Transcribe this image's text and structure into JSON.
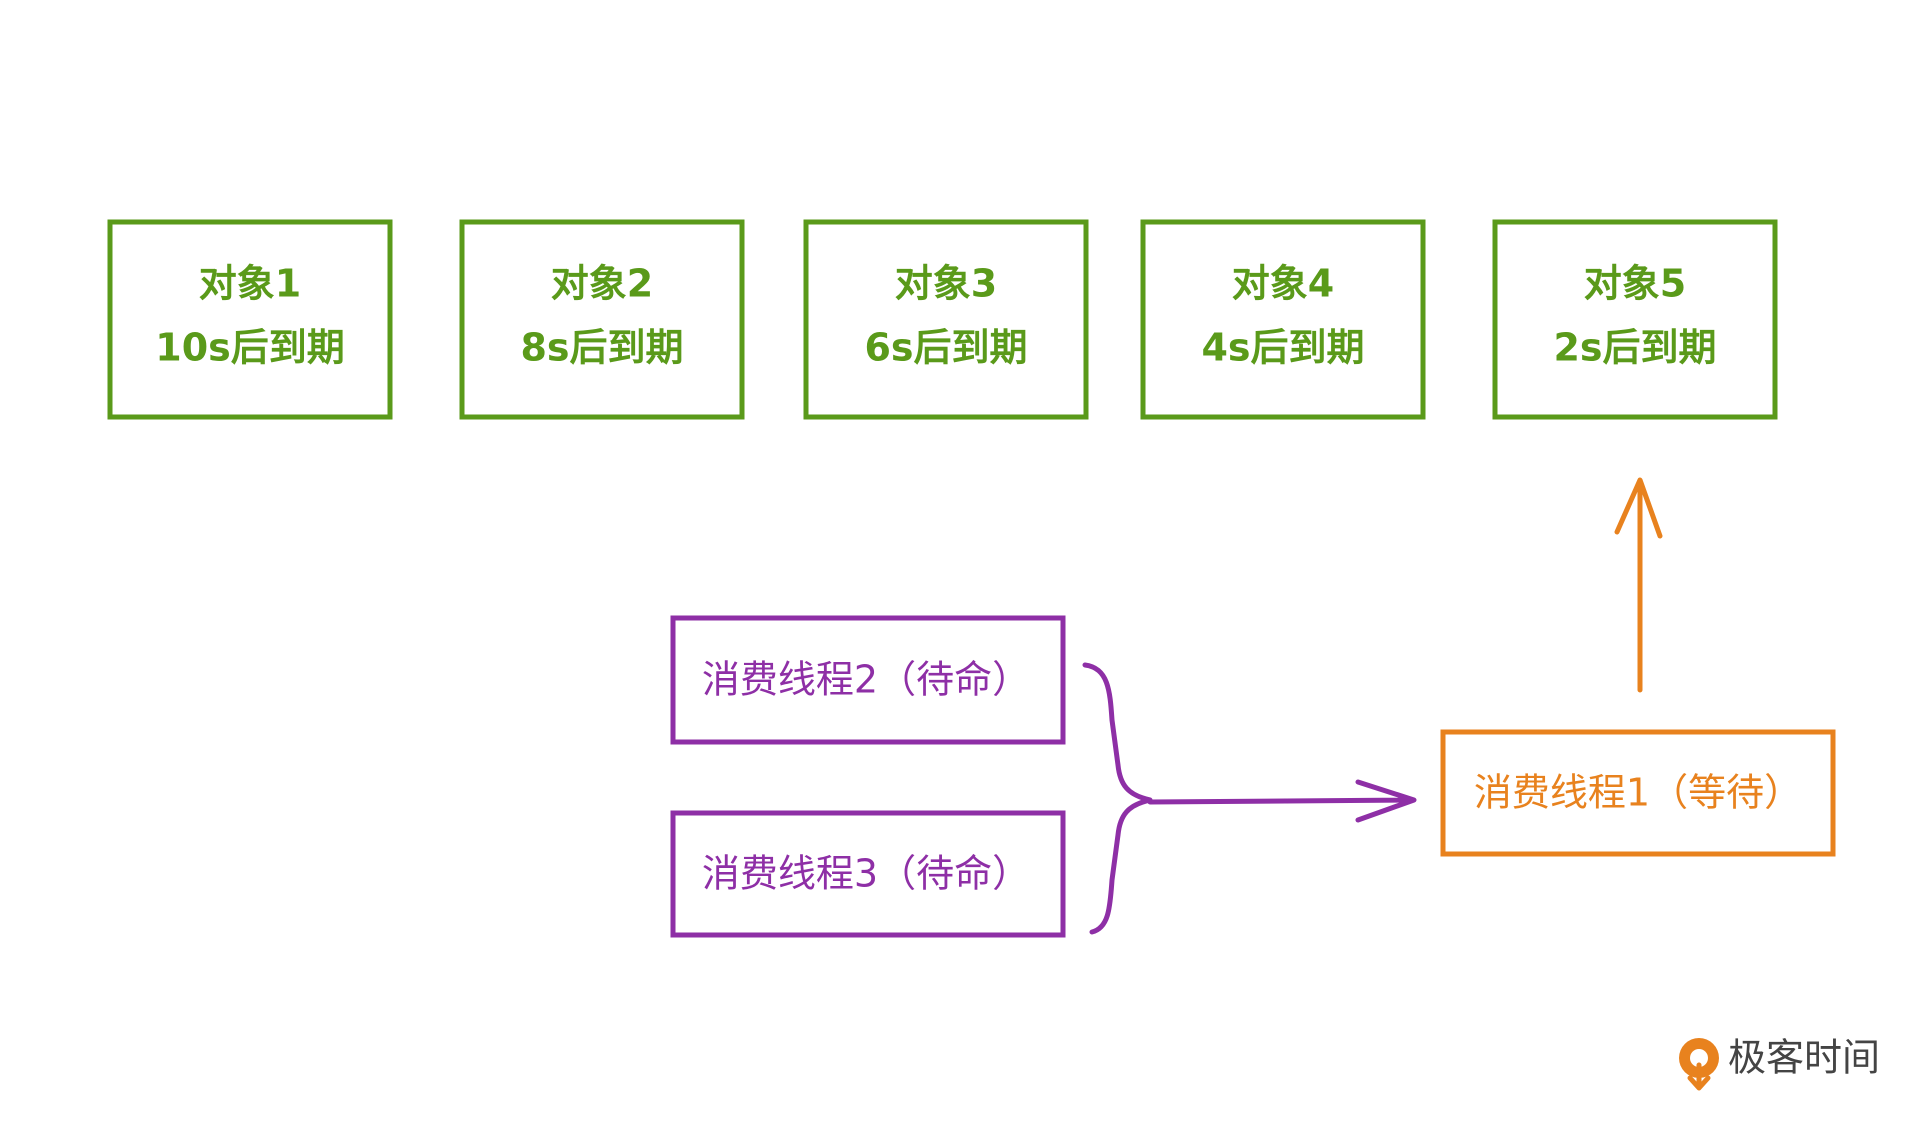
{
  "colors": {
    "object": "#5a9a1a",
    "waiting_thread": "#8e2fa6",
    "active_thread": "#e8821e",
    "logo": "#444444",
    "logo_icon": "#e8821e"
  },
  "objects": [
    {
      "name": "对象1",
      "expiry": "10s后到期"
    },
    {
      "name": "对象2",
      "expiry": "8s后到期"
    },
    {
      "name": "对象3",
      "expiry": "6s后到期"
    },
    {
      "name": "对象4",
      "expiry": "4s后到期"
    },
    {
      "name": "对象5",
      "expiry": "2s后到期"
    }
  ],
  "standby_threads": [
    {
      "label": "消费线程2（待命）"
    },
    {
      "label": "消费线程3（待命）"
    }
  ],
  "active_thread": {
    "label": "消费线程1（等待）"
  },
  "logo": {
    "text": "极客时间",
    "icon": "geektime-logo-icon"
  }
}
